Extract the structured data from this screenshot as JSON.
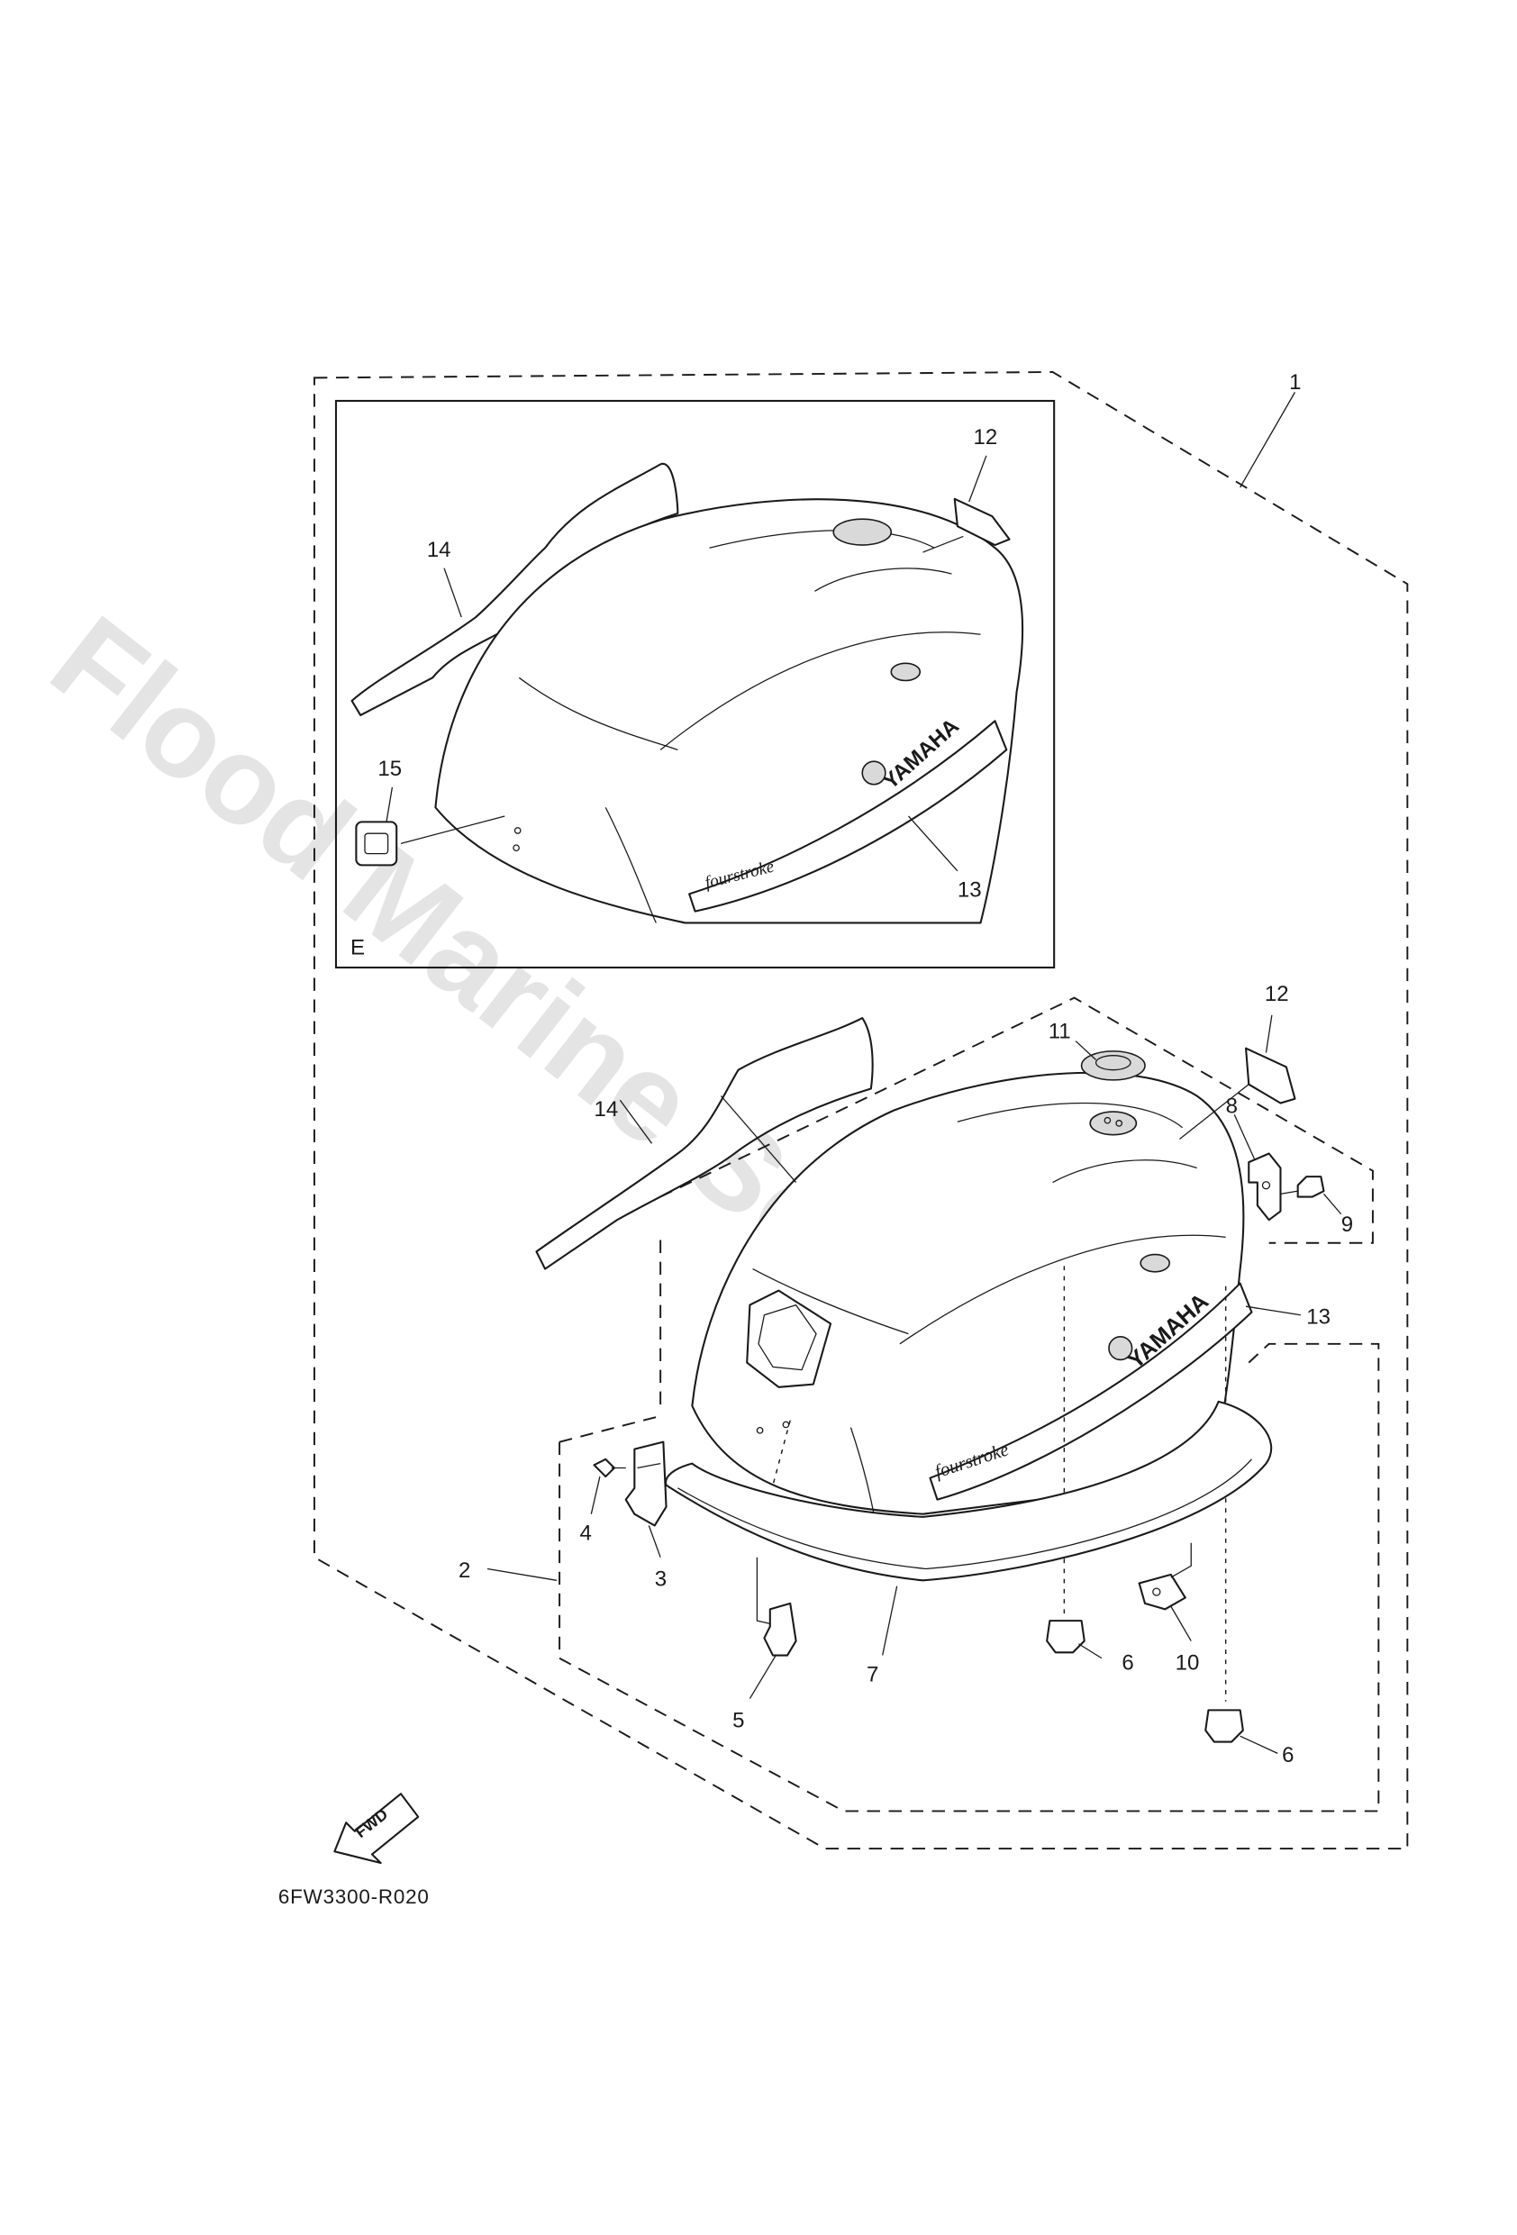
{
  "diagram": {
    "watermark": "Flood Marine Services",
    "reference_code": "6FW3300-R020",
    "inset_variant_label": "E",
    "direction_arrow": "FWD",
    "decal_text": {
      "brand": "YAMAHA",
      "series": "fourstroke"
    },
    "callouts": {
      "c1": "1",
      "c2": "2",
      "c3": "3",
      "c4": "4",
      "c5": "5",
      "c6a": "6",
      "c6b": "6",
      "c7": "7",
      "c8": "8",
      "c9": "9",
      "c10": "10",
      "c11": "11",
      "c12_inset": "12",
      "c12_main": "12",
      "c13_inset": "13",
      "c13_main": "13",
      "c14_inset": "14",
      "c14_main": "14",
      "c15": "15"
    }
  }
}
